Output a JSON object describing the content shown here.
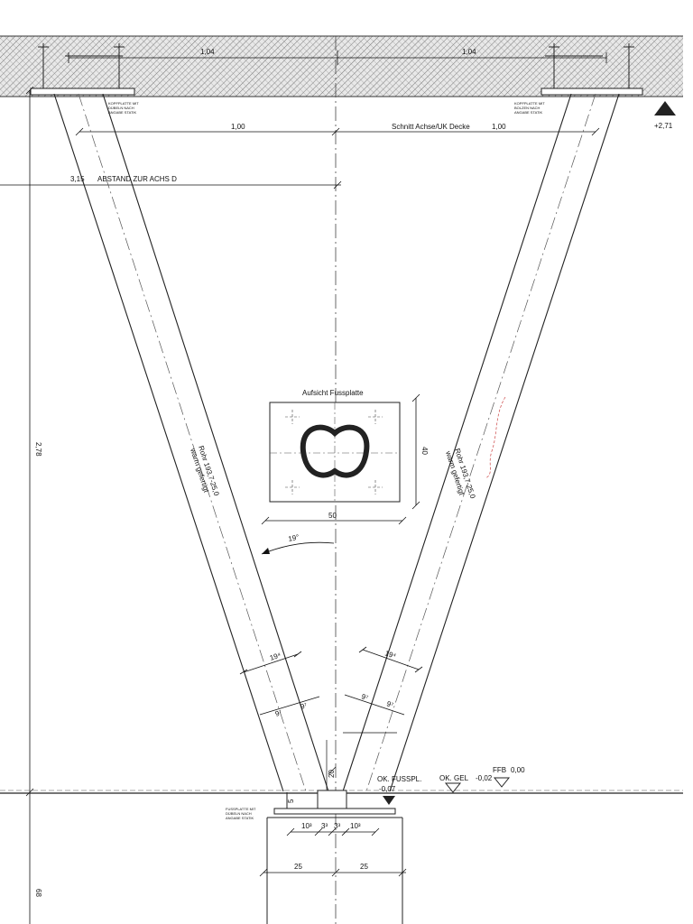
{
  "dimensions": {
    "top_left_span": "1,04",
    "top_right_span": "1,04",
    "axis_left": "1,00",
    "axis_right": "1,00",
    "section_label": "Schnitt Achse/UK Decke",
    "distance_value": "3,15",
    "distance_label": "ABSTAND ZUR ACHS D",
    "vertical_height": "2,78",
    "bottom_vertical": "68",
    "level_top": "+2,71",
    "angle": "19°",
    "pipe_width_left": "19⁴",
    "pipe_width_right": "19⁴",
    "half_left_a": "9⁷",
    "half_left_b": "9⁷",
    "half_right_a": "9⁷",
    "half_right_b": "9⁷",
    "foot_gap": "20",
    "foot_small": "5",
    "base_dim_1": "10³",
    "base_dim_2": "3³",
    "base_dim_3": "3³",
    "base_dim_4": "10³",
    "base_width_left": "25",
    "base_width_right": "25"
  },
  "notes": {
    "head_plate_left": [
      "KOPFPLATTE MIT",
      "DÜBELN NACH",
      "ANGABE STATIK"
    ],
    "head_plate_right": [
      "KOPFPLATTE MIT",
      "BOLZEN NACH",
      "ANGABE STATIK"
    ],
    "foot_plate": [
      "FUSSPLATTE MIT",
      "DÜBELN NACH",
      "ANGABE STATIK"
    ]
  },
  "pipes": {
    "left_label_1": "Rohr 193,7-25,0",
    "left_label_2": "warm gefertigt",
    "right_label_1": "Rohr 193,7-25,0",
    "right_label_2": "warm gefertigt"
  },
  "detail": {
    "title": "Aufsicht Fussplatte",
    "height_dim": "40",
    "width_dim": "50"
  },
  "levels": {
    "ok_fusspl_label": "OK. FUSSPL.",
    "ok_fusspl_value": "-0,07",
    "ok_gel_label": "OK. GEL",
    "ok_gel_value": "-0,02",
    "ffb_label": "FFB",
    "ffb_value": "0,00"
  }
}
